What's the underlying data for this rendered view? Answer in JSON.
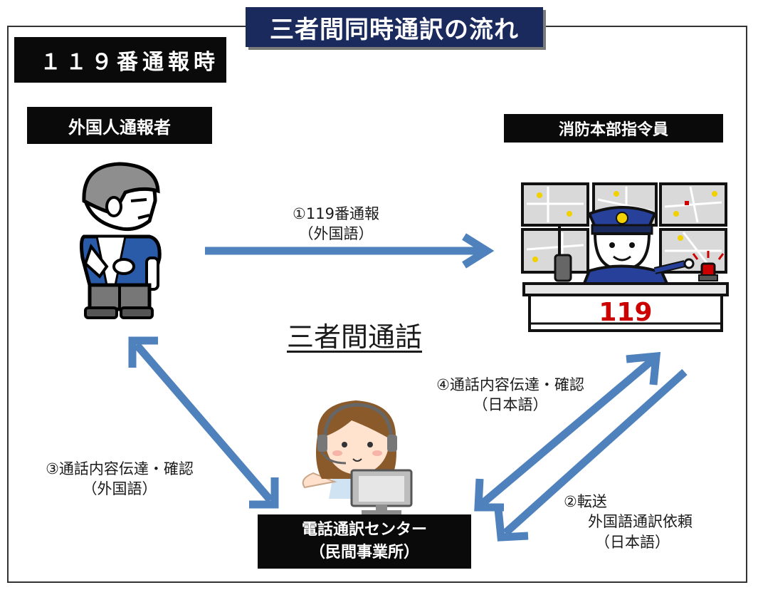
{
  "title": "三者間同時通訳の流れ",
  "section_label": "１１９番通報時",
  "roles": {
    "caller": "外国人通報者",
    "dispatcher": "消防本部指令員",
    "center_line1": "電話通訳センター",
    "center_line2": "（民間事業所）"
  },
  "center_caption": "三者間通話",
  "steps": {
    "s1_line1": "①119番通報",
    "s1_line2": "（外国語）",
    "s2_line1": "②転送",
    "s2_line2": "外国語通訳依頼",
    "s2_line3": "（日本語）",
    "s3_line1": "③通話内容伝達・確認",
    "s3_line2": "（外国語）",
    "s4_line1": "④通話内容伝達・確認",
    "s4_line2": "（日本語）"
  },
  "desk_number": "119",
  "colors": {
    "arrow": "#4f81bd",
    "title_bg": "#1b2a5c",
    "label_bg": "#0a0a0a",
    "desk_red": "#cc0000"
  },
  "icons": {
    "caller": "injured-person-icon",
    "dispatcher": "dispatcher-at-console-icon",
    "operator": "headset-operator-icon"
  }
}
